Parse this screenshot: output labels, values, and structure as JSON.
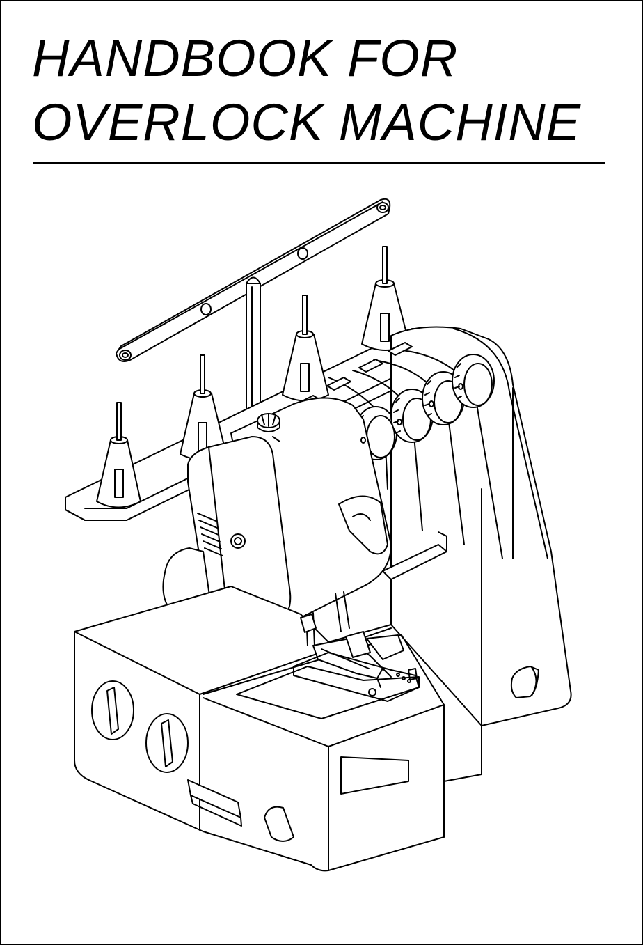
{
  "cover": {
    "title_line_1": "HANDBOOK FOR",
    "title_line_2": "OVERLOCK MACHINE"
  },
  "colors": {
    "ink": "#000000",
    "paper": "#ffffff"
  },
  "illustration": {
    "subject": "overlock-machine-drawing"
  }
}
